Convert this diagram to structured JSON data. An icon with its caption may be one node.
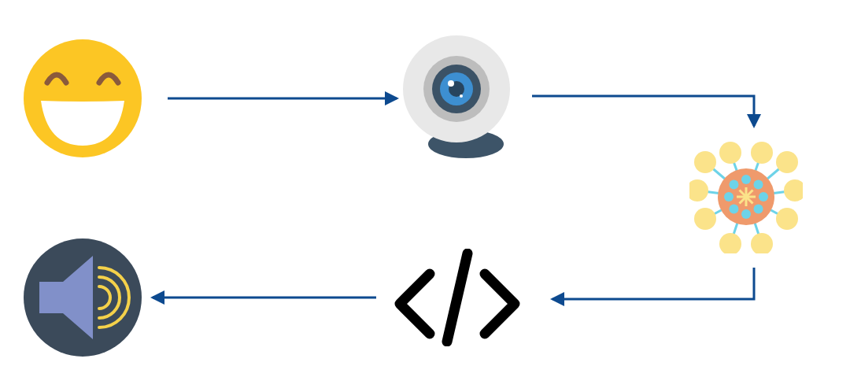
{
  "diagram": {
    "nodes": [
      {
        "text": [],
        "shape": "picture"
      },
      {
        "text": [],
        "shape": "picture"
      },
      {
        "text": [],
        "shape": "picture"
      },
      {
        "text": [],
        "shape": "picture"
      },
      {
        "text": [],
        "shape": "picture"
      }
    ],
    "edges": [
      {
        "from": 0,
        "to": 1,
        "arrow": "to"
      },
      {
        "from": 1,
        "to": 2,
        "arrow": "to"
      },
      {
        "from": 2,
        "to": 3,
        "arrow": "to"
      },
      {
        "from": 3,
        "to": 4,
        "arrow": "to"
      }
    ]
  }
}
